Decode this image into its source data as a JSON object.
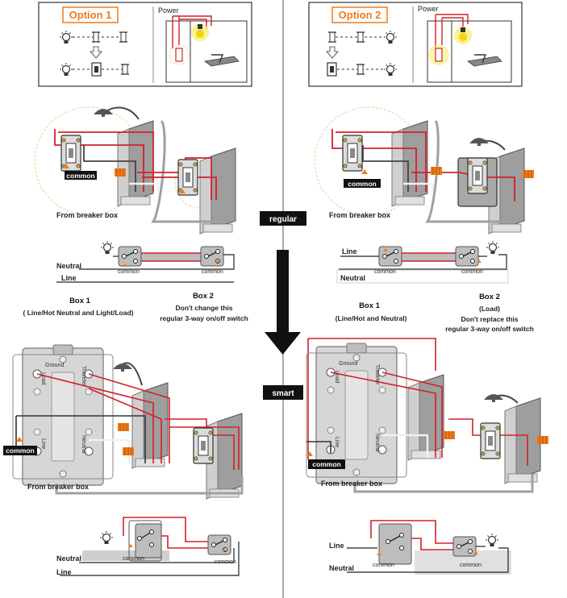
{
  "left": {
    "option_title": "Option 1",
    "power_label": "Power",
    "common_tag": "common",
    "breaker_label": "From breaker box",
    "line_label": "Line",
    "neutral_label": "Neutral",
    "common_small": "common",
    "box1_title": "Box 1",
    "box1_desc": "( Line/Hot Neutral  and Light/Load)",
    "box2_title": "Box 2",
    "box2_line1": "Don't change this",
    "box2_line2": "regular 3-way on/off switch"
  },
  "right": {
    "option_title": "Option 2",
    "power_label": "Power",
    "common_tag": "common",
    "breaker_label": "From breaker box",
    "line_label": "Line",
    "neutral_label": "Neutral",
    "common_small": "common",
    "box1_title": "Box 1",
    "box1_desc": "(Line/Hot and Neutral)",
    "box2_title": "Box 2",
    "box2_paren": "(Load)",
    "box2_line1": "Don't replace this",
    "box2_line2": "regular 3-way on/off switch"
  },
  "center": {
    "regular_label": "regular",
    "smart_label": "smart"
  },
  "smart_switch": {
    "ground": "Ground",
    "load": "Load",
    "traveler": "Traveler",
    "line": "Line",
    "neutral": "Neutral"
  },
  "colors": {
    "hot": "#d4202a",
    "neutral_wire": "#e8e8e8",
    "ground_wire": "#9a9a9a",
    "accent": "#f07a1a",
    "tag_bg": "#1a1a1a",
    "box_fill": "#bdbdbd",
    "dashed_circle": "#e6dca0"
  }
}
